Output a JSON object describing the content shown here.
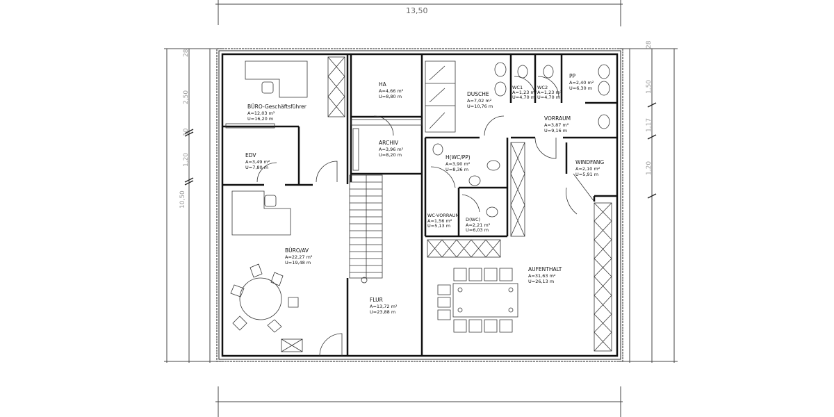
{
  "dimensions": {
    "top_total": "13,50",
    "left_total": "10,50",
    "left_segments": [
      "28",
      "2,50",
      "10",
      "1,20"
    ],
    "right_segments": [
      "28",
      "1,50",
      "1,17",
      "1,20"
    ]
  },
  "rooms": [
    {
      "name": "BÜRO-Geschäftsführer",
      "area": "A=12,03  m²",
      "perimeter": "U=16,20  m"
    },
    {
      "name": "EDV",
      "area": "A=3,49  m²",
      "perimeter": "U=7,80  m"
    },
    {
      "name": "BÜRO/AV",
      "area": "A=22,27  m²",
      "perimeter": "U=19,48  m"
    },
    {
      "name": "HA",
      "area": "A=4,66  m²",
      "perimeter": "U=8,80  m"
    },
    {
      "name": "ARCHIV",
      "area": "A=3,96  m²",
      "perimeter": "U=8,20  m"
    },
    {
      "name": "FLUR",
      "area": "A=13,72  m²",
      "perimeter": "U=23,88  m"
    },
    {
      "name": "DUSCHE",
      "area": "A=7,02  m²",
      "perimeter": "U=10,76  m"
    },
    {
      "name": "WC1",
      "area": "A=1,23  m²",
      "perimeter": "U=4,70  m"
    },
    {
      "name": "WC2",
      "area": "A=1,23  m²",
      "perimeter": "U=4,70  m"
    },
    {
      "name": "PP",
      "area": "A=2,40  m²",
      "perimeter": "U=6,30  m"
    },
    {
      "name": "VORRAUM",
      "area": "A=3,87  m²",
      "perimeter": "U=9,16  m"
    },
    {
      "name": "H(WC/PP)",
      "area": "A=3,90  m²",
      "perimeter": "U=8,36  m"
    },
    {
      "name": "WC-VORRAUM",
      "area": "A=1,56  m²",
      "perimeter": "U=5,13  m"
    },
    {
      "name": "D(WC)",
      "area": "A=2,21  m²",
      "perimeter": "U=6,03  m"
    },
    {
      "name": "WINDFANG",
      "area": "A=2,10  m²",
      "perimeter": "U=5,91  m"
    },
    {
      "name": "AUFENTHALT",
      "area": "A=31,63  m²",
      "perimeter": "U=26,13  m"
    }
  ]
}
